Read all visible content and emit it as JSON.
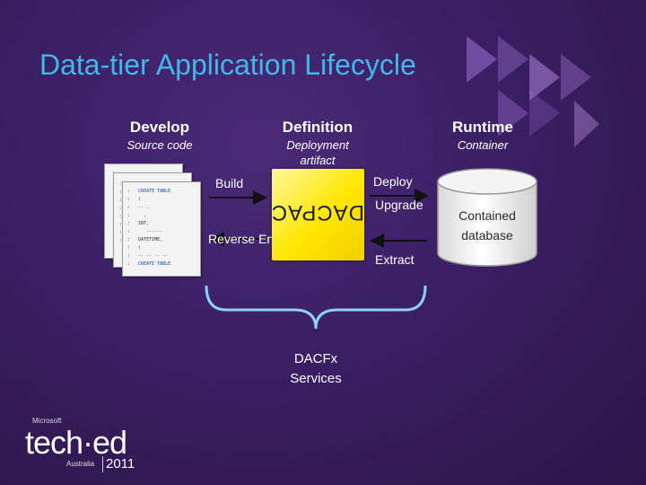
{
  "slide": {
    "title": "Data-tier Application Lifecycle",
    "columns": {
      "develop": {
        "title": "Develop",
        "subtitle": "Source code"
      },
      "definition": {
        "title": "Definition",
        "subtitle": "Deployment artifact"
      },
      "runtime": {
        "title": "Runtime",
        "subtitle": "Container"
      }
    },
    "artifact_label": "DACPAC",
    "container_label": "Contained database",
    "arrows": {
      "build": "Build",
      "reverse_engineer": "Reverse Engineer",
      "deploy": "Deploy",
      "upgrade": "Upgrade",
      "extract": "Extract"
    },
    "services_label": "DACFx Services"
  },
  "branding": {
    "company": "Microsoft",
    "event": "tech·ed",
    "location": "Australia",
    "year": "2011"
  },
  "colors": {
    "title": "#41b8ea",
    "dacpac": "#ffe600",
    "brace": "#8fd0f5",
    "arrows": "#111111"
  }
}
